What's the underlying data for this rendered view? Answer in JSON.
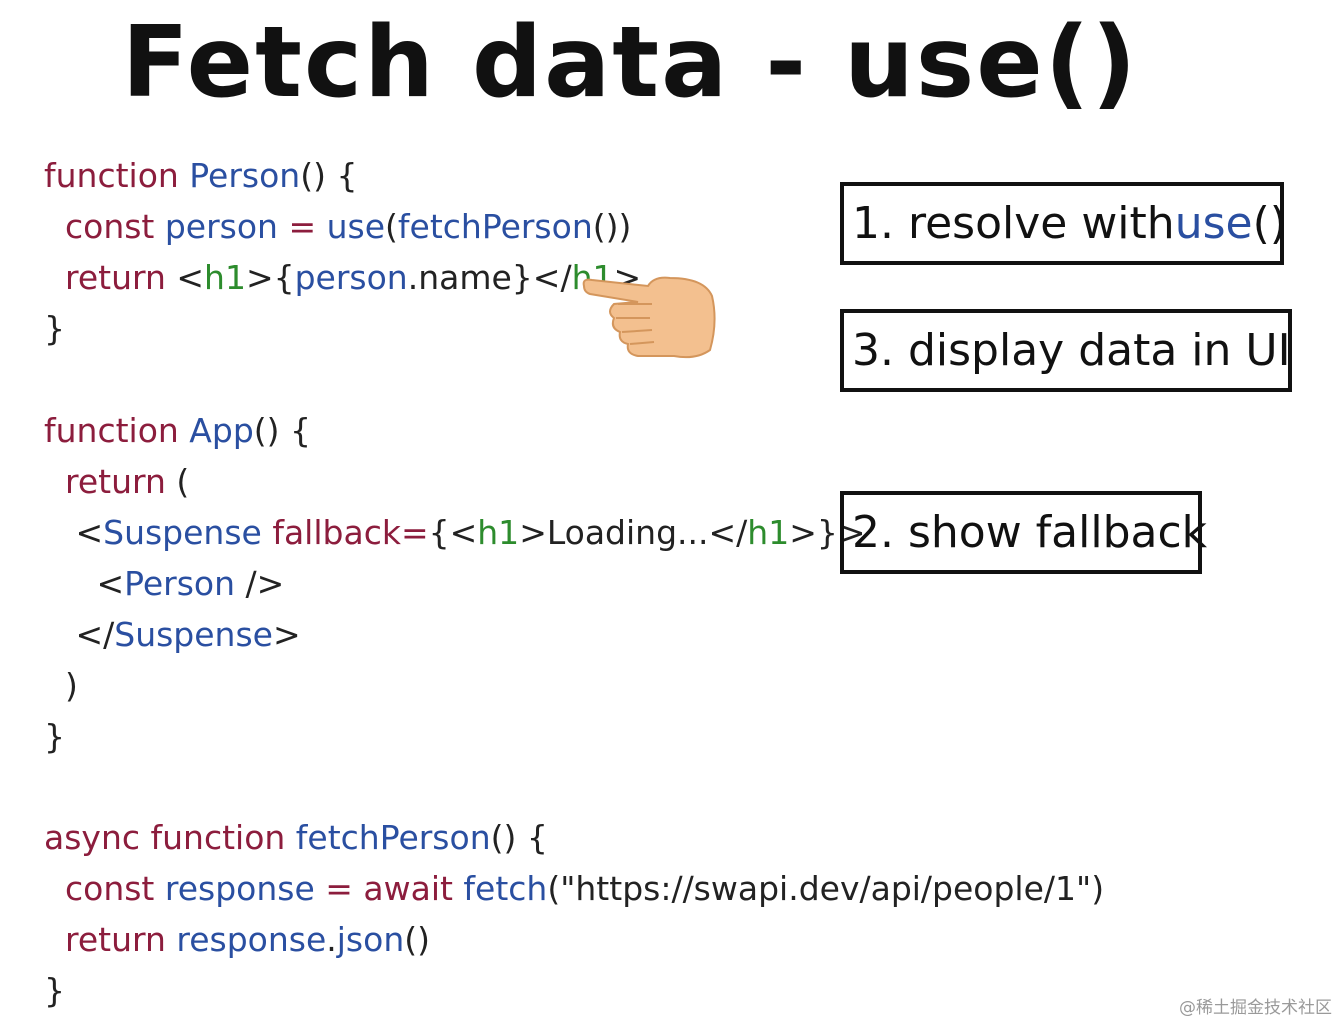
{
  "title": "Fetch data - use()",
  "code_blocks": {
    "person": [
      [
        {
          "t": "function ",
          "c": "kw"
        },
        {
          "t": "Person",
          "c": "fn"
        },
        {
          "t": "() {",
          "c": "pl"
        }
      ],
      [
        {
          "t": "  const ",
          "c": "kw"
        },
        {
          "t": "person",
          "c": "id"
        },
        {
          "t": " = ",
          "c": "kw"
        },
        {
          "t": "use",
          "c": "fn"
        },
        {
          "t": "(",
          "c": "pl"
        },
        {
          "t": "fetchPerson",
          "c": "fn"
        },
        {
          "t": "())",
          "c": "pl"
        }
      ],
      [
        {
          "t": "  return ",
          "c": "kw"
        },
        {
          "t": "<",
          "c": "pl"
        },
        {
          "t": "h1",
          "c": "tag"
        },
        {
          "t": ">{",
          "c": "pl"
        },
        {
          "t": "person",
          "c": "id"
        },
        {
          "t": ".name}</",
          "c": "pl"
        },
        {
          "t": "h1",
          "c": "tag"
        },
        {
          "t": ">",
          "c": "pl"
        }
      ],
      [
        {
          "t": "}",
          "c": "pl"
        }
      ]
    ],
    "app": [
      [
        {
          "t": "function ",
          "c": "kw"
        },
        {
          "t": "App",
          "c": "fn"
        },
        {
          "t": "() {",
          "c": "pl"
        }
      ],
      [
        {
          "t": "  return ",
          "c": "kw"
        },
        {
          "t": "(",
          "c": "pl"
        }
      ],
      [
        {
          "t": "   <",
          "c": "pl"
        },
        {
          "t": "Suspense ",
          "c": "fn"
        },
        {
          "t": "fallback=",
          "c": "kw"
        },
        {
          "t": "{<",
          "c": "pl"
        },
        {
          "t": "h1",
          "c": "tag"
        },
        {
          "t": ">Loading...</",
          "c": "pl"
        },
        {
          "t": "h1",
          "c": "tag"
        },
        {
          "t": ">}>",
          "c": "pl"
        }
      ],
      [
        {
          "t": "     <",
          "c": "pl"
        },
        {
          "t": "Person",
          "c": "fn"
        },
        {
          "t": " />",
          "c": "pl"
        }
      ],
      [
        {
          "t": "   </",
          "c": "pl"
        },
        {
          "t": "Suspense",
          "c": "fn"
        },
        {
          "t": ">",
          "c": "pl"
        }
      ],
      [
        {
          "t": "  )",
          "c": "pl"
        }
      ],
      [
        {
          "t": "}",
          "c": "pl"
        }
      ]
    ],
    "fetch": [
      [
        {
          "t": "async ",
          "c": "kw"
        },
        {
          "t": "function ",
          "c": "kw"
        },
        {
          "t": "fetchPerson",
          "c": "fn"
        },
        {
          "t": "() {",
          "c": "pl"
        }
      ],
      [
        {
          "t": "  const ",
          "c": "kw"
        },
        {
          "t": "response",
          "c": "id"
        },
        {
          "t": " = ",
          "c": "kw"
        },
        {
          "t": "await ",
          "c": "kw"
        },
        {
          "t": "fetch",
          "c": "fn"
        },
        {
          "t": "(\"https://swapi.dev/api/people/1\")",
          "c": "str"
        }
      ],
      [
        {
          "t": "  return ",
          "c": "kw"
        },
        {
          "t": "response",
          "c": "id"
        },
        {
          "t": ".",
          "c": "pl"
        },
        {
          "t": "json",
          "c": "fn"
        },
        {
          "t": "()",
          "c": "pl"
        }
      ],
      [
        {
          "t": "}",
          "c": "pl"
        }
      ]
    ]
  },
  "steps": {
    "step1": {
      "prefix": "1. resolve with ",
      "highlight": "use",
      "suffix": "()"
    },
    "step3": {
      "text": "3. display data in UI"
    },
    "step2": {
      "text": "2. show fallback"
    }
  },
  "hand_icon": "pointing-hand-icon",
  "watermark": "@稀土掘金技术社区",
  "colors": {
    "keyword": "#8c1d3d",
    "identifier": "#2a4fa1",
    "tag": "#2d8c2d",
    "hand": "#f3c08f"
  }
}
